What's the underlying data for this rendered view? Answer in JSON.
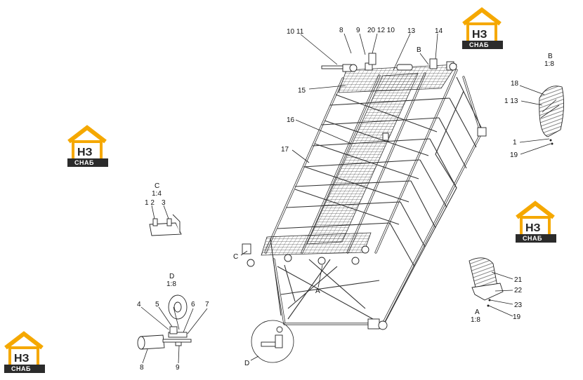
{
  "logo": {
    "mark": "НЗ",
    "text": "СНАБ",
    "colors": {
      "roof": "#f5a800",
      "dark": "#2b2b2b",
      "light": "#ffffff"
    }
  },
  "callouts": {
    "c_10_11": "10 11",
    "c_8": "8",
    "c_9": "9",
    "c_20_12_10": "20 12 10",
    "c_13": "13",
    "c_14": "14",
    "c_B": "B",
    "c_15": "15",
    "c_16": "16",
    "c_17": "17",
    "c_C": "C",
    "c_A": "A",
    "c_D": "D"
  },
  "views": {
    "B": {
      "title": "B",
      "scale": "1:8",
      "labels": [
        "18",
        "1 13",
        "1",
        "19"
      ]
    },
    "C": {
      "title": "C",
      "scale": "1:4",
      "labels": [
        "1 2",
        "3"
      ]
    },
    "D": {
      "title": "D",
      "scale": "1:8",
      "labels": [
        "4",
        "5",
        "6",
        "7",
        "8",
        "9"
      ]
    },
    "A": {
      "title": "A",
      "scale": "1:8",
      "labels": [
        "21",
        "22",
        "23",
        "19"
      ]
    }
  }
}
